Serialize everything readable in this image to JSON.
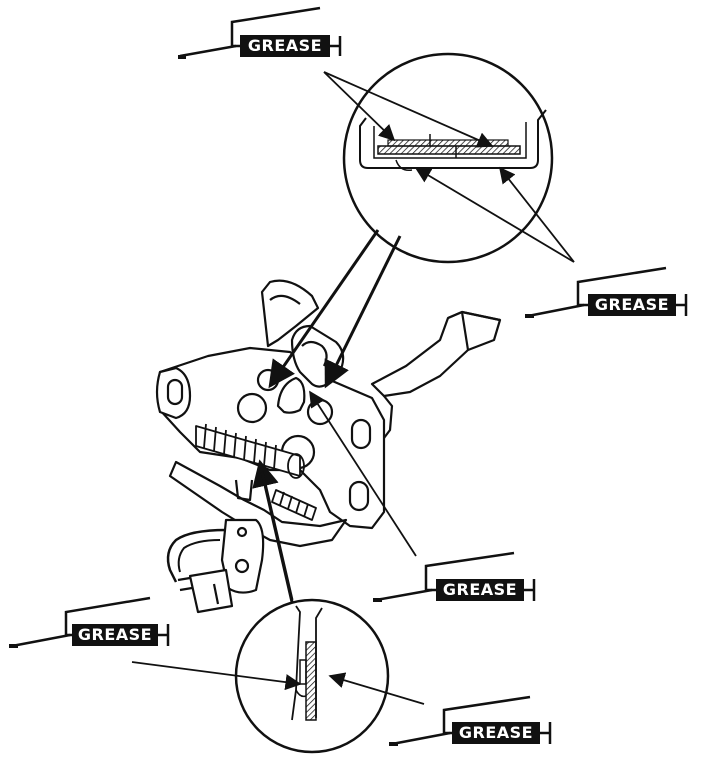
{
  "labels": {
    "grease_1": "GREASE",
    "grease_2": "GREASE",
    "grease_3": "GREASE",
    "grease_4": "GREASE",
    "grease_5": "GREASE"
  },
  "colors": {
    "ink": "#111111",
    "paper": "#ffffff"
  },
  "icons": [
    "grease-gun-icon"
  ]
}
